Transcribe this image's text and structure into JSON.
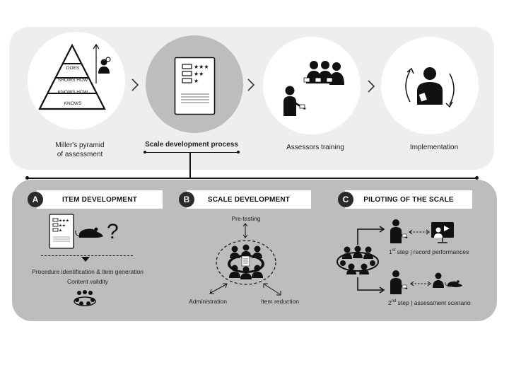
{
  "stages": [
    {
      "label_line1": "Miller's pyramid",
      "label_line2": "of assessment",
      "icon": "pyramid-icon"
    },
    {
      "label_line1": "Scale development process",
      "label_line2": "",
      "icon": "checklist-document-icon"
    },
    {
      "label_line1": "Assessors training",
      "label_line2": "",
      "icon": "training-group-icon"
    },
    {
      "label_line1": "Implementation",
      "label_line2": "",
      "icon": "implementation-cycle-icon"
    }
  ],
  "pyramid": {
    "levels": [
      "DOES",
      "SHOWS HOW",
      "KNOWS HOW",
      "KNOWS"
    ]
  },
  "sections": [
    {
      "badge": "A",
      "title": "ITEM DEVELOPMENT",
      "caption_line1": "Procedure identification & item generation",
      "caption_line2": "Content validity",
      "question_mark": "?"
    },
    {
      "badge": "B",
      "title": "SCALE DEVELOPMENT",
      "top_label": "Pre-testing",
      "left_label": "Administration",
      "right_label": "Item reduction"
    },
    {
      "badge": "C",
      "title": "PILOTING OF THE SCALE",
      "step1_num": "1",
      "step1_sup": "st",
      "step1_text": "step | record performances",
      "step2_num": "2",
      "step2_sup": "nd",
      "step2_text": "step | assessment scenario"
    }
  ],
  "colors": {
    "panel_light": "#eeeeee",
    "panel_dark": "#bdbdbd",
    "highlight_circle": "#bdbdbd",
    "ink": "#111111"
  }
}
